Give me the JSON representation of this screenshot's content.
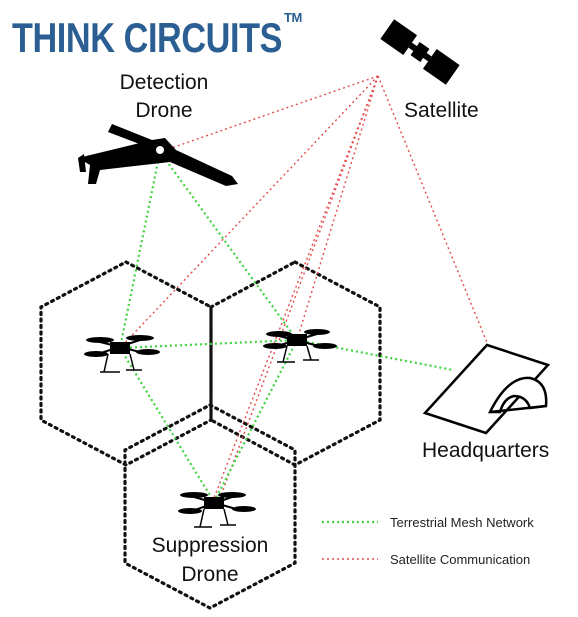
{
  "logo": {
    "text": "THINK CIRCUITS",
    "trademark": "TM"
  },
  "nodes": {
    "detection_drone": {
      "line1": "Detection",
      "line2": "Drone"
    },
    "satellite": {
      "label": "Satellite"
    },
    "headquarters": {
      "label": "Headquarters"
    },
    "suppression_drone": {
      "line1": "Suppression",
      "line2": "Drone"
    }
  },
  "legend": {
    "mesh": {
      "label": "Terrestrial Mesh Network",
      "color": "#3ed43e"
    },
    "satellite": {
      "label": "Satellite Communication",
      "color": "#e44b4b"
    }
  },
  "colors": {
    "brand": "#2b5f93",
    "hex_outline": "#111111"
  }
}
